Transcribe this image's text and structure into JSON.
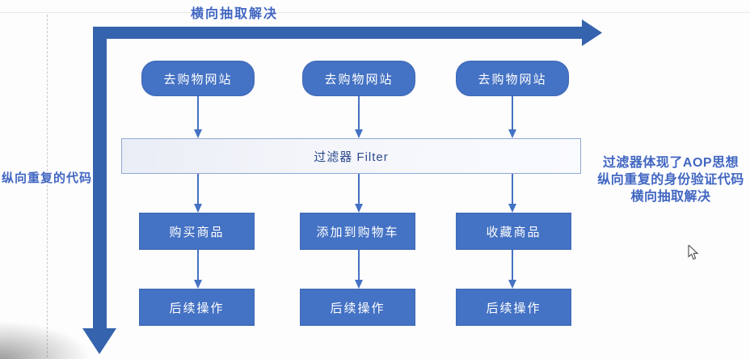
{
  "colors": {
    "box_fill": "#4472C4",
    "box_border": "#3E68B4",
    "thick_arrow": "#3563AD",
    "thin_arrow": "#4472C4",
    "label_blue": "#4166C2",
    "filter_border": "#92A6D6",
    "filter_text": "#2C4A8E"
  },
  "annotations": {
    "top_label": "横向抽取解决",
    "left_label": "纵向重复的代码",
    "right_note_lines": [
      "过滤器体现了AOP思想",
      "纵向重复的身份验证代码",
      "横向抽取解决"
    ]
  },
  "flowchart": {
    "entry_boxes": [
      "去购物网站",
      "去购物网站",
      "去购物网站"
    ],
    "filter_label": "过滤器 Filter",
    "action_boxes": [
      "购买商品",
      "添加到购物车",
      "收藏商品"
    ],
    "followup_boxes": [
      "后续操作",
      "后续操作",
      "后续操作"
    ]
  }
}
